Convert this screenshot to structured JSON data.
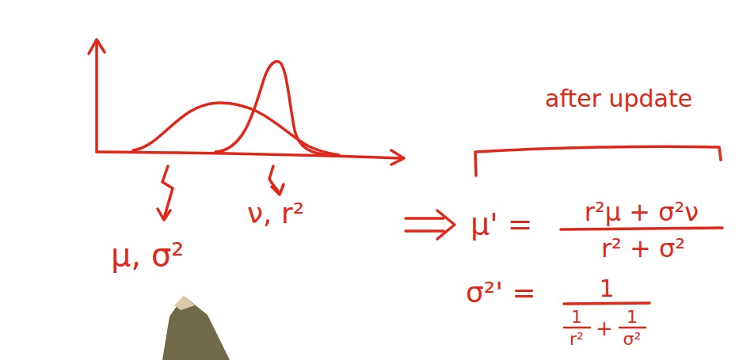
{
  "diagram": {
    "labels": [
      "μ, σ²",
      "ν, r²",
      "after update",
      "μ' =",
      "r²μ + σ²ν",
      "r² + σ²",
      "σ²' =",
      "1",
      "1",
      "r²",
      "+",
      "1",
      "σ²"
    ]
  }
}
